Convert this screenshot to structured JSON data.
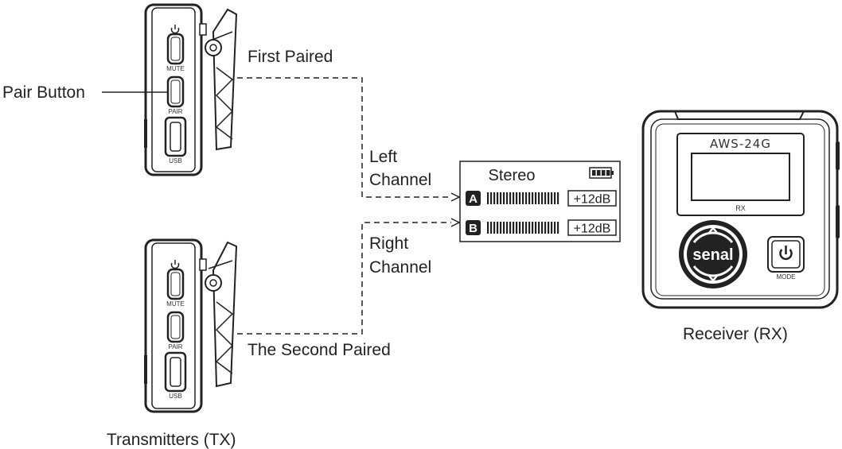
{
  "labels": {
    "pair_button": "Pair Button",
    "first_paired": "First Paired",
    "left_channel_line1": "Left",
    "left_channel_line2": "Channel",
    "right_channel_line1": "Right",
    "right_channel_line2": "Channel",
    "second_paired": "The Second Paired",
    "transmitters": "Transmitters (TX)",
    "receiver": "Receiver (RX)"
  },
  "transmitter": {
    "power_icon": "power-icon",
    "mute_label": "MUTE",
    "pair_label": "PAIR",
    "usb_label": "USB"
  },
  "display": {
    "mode": "Stereo",
    "battery_icon": "battery-full-icon",
    "channel_a": "A",
    "channel_b": "B",
    "gain_a": "+12dB",
    "gain_b": "+12dB"
  },
  "receiver": {
    "model": "AWS-24G",
    "screen_label": "RX",
    "brand": "senal",
    "power_icon": "power-icon",
    "mode_label": "MODE"
  }
}
